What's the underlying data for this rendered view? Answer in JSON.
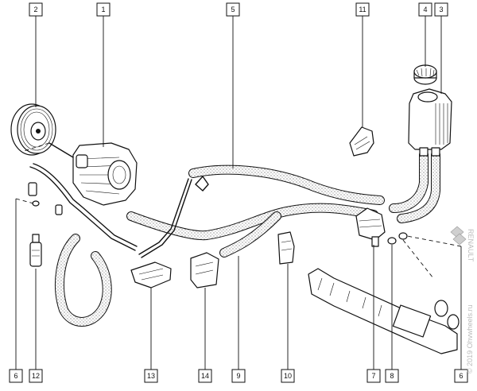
{
  "callouts": [
    "1",
    "2",
    "3",
    "4",
    "5",
    "6",
    "6",
    "7",
    "8",
    "9",
    "10",
    "11",
    "12",
    "13",
    "14"
  ],
  "watermark": "© 2019 Ohvwheels.ru",
  "logo_text": "RENAULT"
}
